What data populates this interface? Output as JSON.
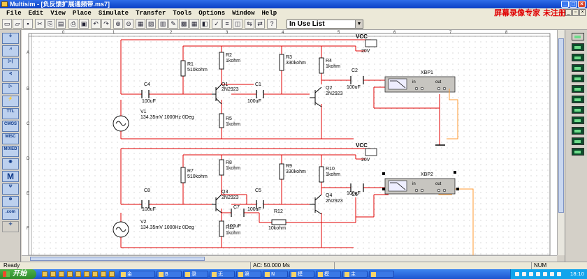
{
  "window": {
    "title": "Multisim - [负反馈扩展通频带.ms7]"
  },
  "menu": {
    "items": [
      "File",
      "Edit",
      "View",
      "Place",
      "Simulate",
      "Transfer",
      "Tools",
      "Options",
      "Window",
      "Help"
    ],
    "watermark": "屏幕录像专家 未注册"
  },
  "toolbar": {
    "in_use_list": "In Use List"
  },
  "parts_bin": {
    "labels": [
      "",
      "",
      "",
      "",
      "",
      "",
      "TTL",
      "CMOS",
      "MISC",
      "MIXED",
      "",
      "M",
      "",
      "",
      ".com"
    ]
  },
  "ruler": {
    "columns": [
      "0",
      "1",
      "2",
      "3",
      "4",
      "5",
      "6",
      "7",
      "8"
    ],
    "rows": [
      "A",
      "B",
      "C",
      "D",
      "E",
      "F"
    ]
  },
  "schematic": {
    "labels": {
      "vcc1": "VCC",
      "vcc1_val": "20V",
      "r1": "R1",
      "r1_val": "510kohm",
      "r2": "R2",
      "r2_val": "1kohm",
      "r3": "R3",
      "r3_val": "330kohm",
      "r4": "R4",
      "r4_val": "1kohm",
      "r5": "R5",
      "r5_val": "1kohm",
      "q1": "Q1",
      "q1_val": "2N2923",
      "q2": "Q2",
      "q2_val": "2N2923",
      "c4": "C4",
      "c4_val": "100uF",
      "c1": "C1",
      "c1_val": "100uF",
      "c2": "C2",
      "c2_val": "100uF",
      "v1": "V1",
      "v1_val": "134.35mV 1000Hz 0Deg",
      "xbp1": "XBP1",
      "vcc2": "VCC",
      "vcc2_val": "20V",
      "r7": "R7",
      "r7_val": "510kohm",
      "r8": "R8",
      "r8_val": "1kohm",
      "r9": "R9",
      "r9_val": "330kohm",
      "r10": "R10",
      "r10_val": "1kohm",
      "r11": "R11",
      "r11_val": "1kohm",
      "r12": "R12",
      "r12_val": "10kohm",
      "q3": "Q3",
      "q3_val": "2N2923",
      "q4": "Q4",
      "q4_val": "2N2923",
      "c8": "C8",
      "c8_val": "100uF",
      "c5": "C5",
      "c5_val": "100uF",
      "c6": "C6",
      "c6_val": "100uF",
      "c7": "C7",
      "c7_val": "100uF",
      "v2": "V2",
      "v2_val": "134.35mV 1000Hz 0Deg",
      "xbp2": "XBP2"
    },
    "bode": {
      "in": "in",
      "out": "out"
    }
  },
  "statusbar": {
    "ready": "Ready",
    "ac": "AC: 50.000 Ms",
    "num": "NUM"
  },
  "taskbar": {
    "start": "开始",
    "tasks": [
      "金",
      "B",
      "录",
      "无",
      "第",
      "N",
      "模",
      "模",
      "主",
      ""
    ],
    "clock": "18:10"
  },
  "colors": {
    "wire_red": "#e00000",
    "wire_orange": "#ff9a30",
    "wire_dark": "#8a0000",
    "title_blue": "#0a3fc4"
  }
}
